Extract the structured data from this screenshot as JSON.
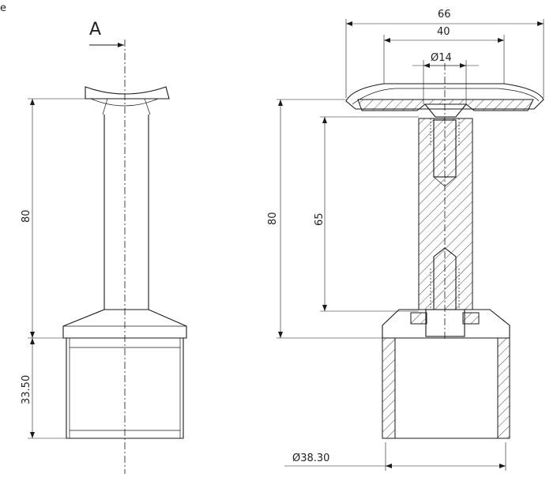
{
  "corner_mark": "e",
  "section_label": "A",
  "dimensions": {
    "left_height": "80",
    "left_base": "33.50",
    "right_height": "80",
    "inner_height": "65",
    "top_width": "66",
    "saddle_width": "40",
    "bolt_diameter": "Ø14",
    "tube_diameter": "Ø38.30"
  },
  "colors": {
    "line": "#1a1a1a",
    "background": "#ffffff"
  }
}
